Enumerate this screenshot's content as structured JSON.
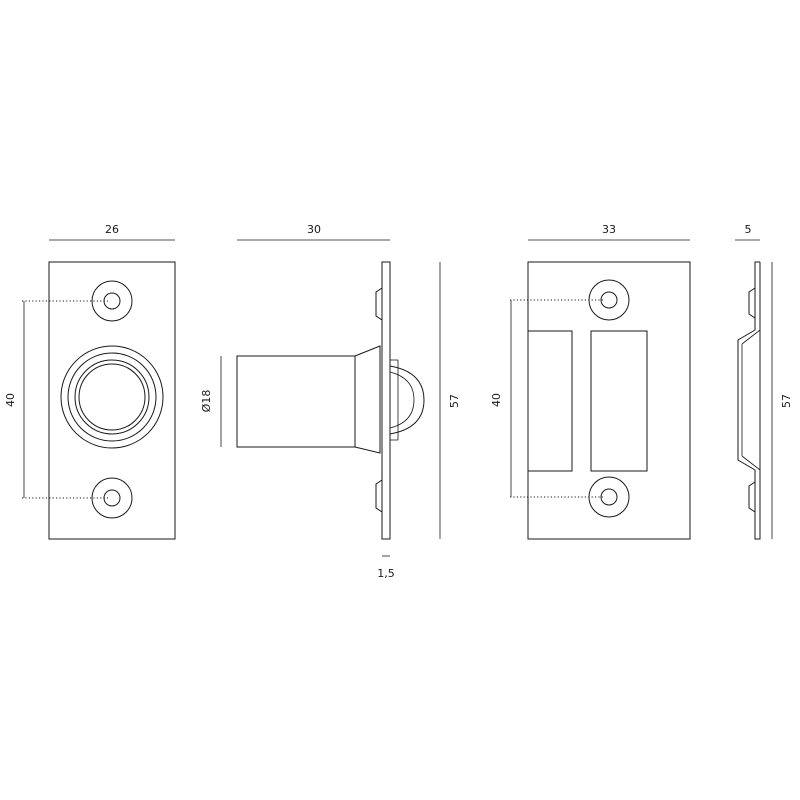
{
  "dimensions": {
    "front_plate_width": "26",
    "front_hole_spacing": "40",
    "side_length": "30",
    "side_diameter": "Ø18",
    "side_height": "57",
    "side_plate_thickness": "1,5",
    "strike_width": "33",
    "strike_hole_spacing": "40",
    "strike_side_depth": "5",
    "strike_side_height": "57"
  },
  "colors": {
    "line": "#1a1a1a",
    "background": "#ffffff"
  }
}
